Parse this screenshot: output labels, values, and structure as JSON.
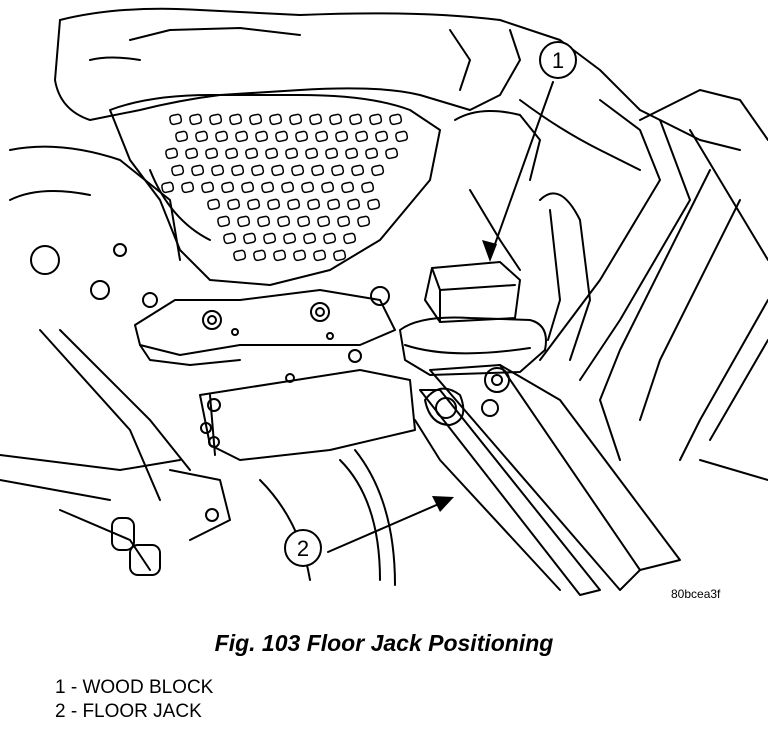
{
  "figure": {
    "id_code": "80bcea3f",
    "callouts": [
      {
        "number": "1",
        "label": "WOOD BLOCK"
      },
      {
        "number": "2",
        "label": "FLOOR JACK"
      }
    ]
  },
  "caption": "Fig. 103 Floor Jack Positioning",
  "legend": [
    {
      "text": "1 - WOOD BLOCK"
    },
    {
      "text": "2 - FLOOR JACK"
    }
  ]
}
